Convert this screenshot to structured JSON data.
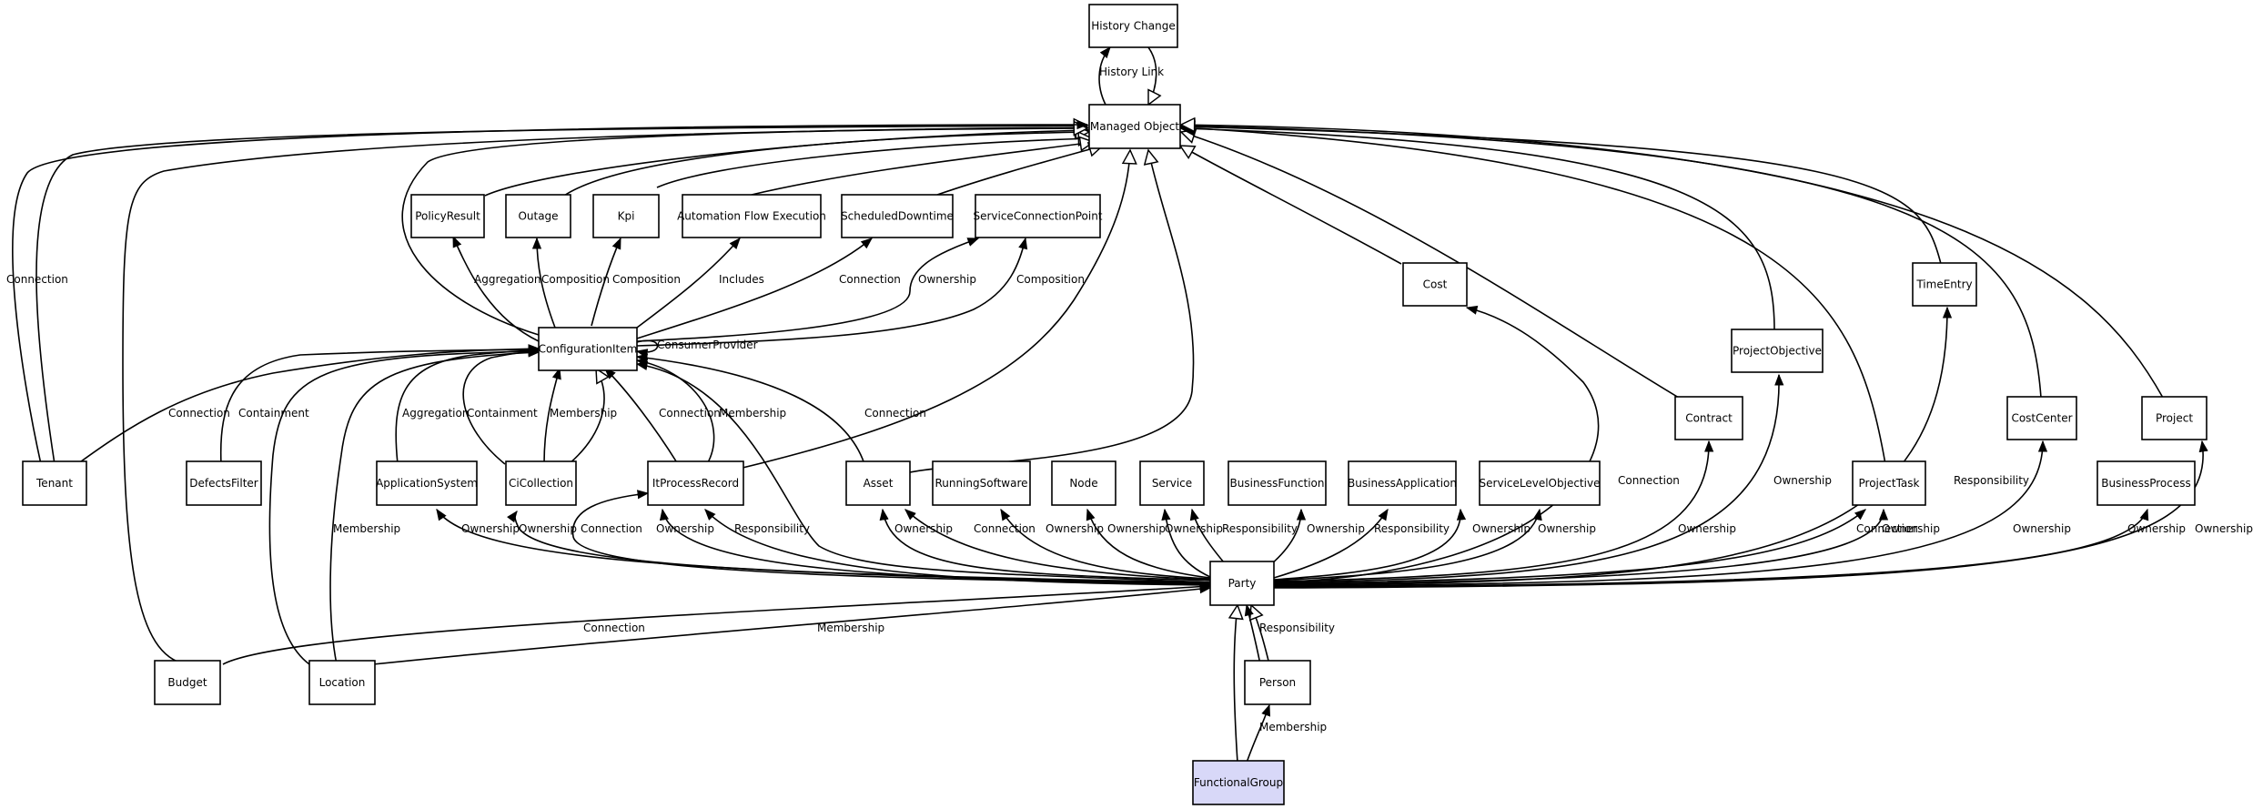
{
  "nodes": {
    "history_change": "History Change",
    "managed_object": "Managed Object",
    "policy_result": "PolicyResult",
    "outage": "Outage",
    "kpi": "Kpi",
    "automation_flow_execution": "Automation Flow Execution",
    "scheduled_downtime": "ScheduledDowntime",
    "service_connection_point": "ServiceConnectionPoint",
    "cost": "Cost",
    "time_entry": "TimeEntry",
    "configuration_item": "ConfigurationItem",
    "project_objective": "ProjectObjective",
    "contract": "Contract",
    "cost_center": "CostCenter",
    "project": "Project",
    "tenant": "Tenant",
    "defects_filter": "DefectsFilter",
    "application_system": "ApplicationSystem",
    "ci_collection": "CiCollection",
    "it_process_record": "ItProcessRecord",
    "asset": "Asset",
    "running_software": "RunningSoftware",
    "node": "Node",
    "service": "Service",
    "business_function": "BusinessFunction",
    "business_application": "BusinessApplication",
    "service_level_objective": "ServiceLevelObjective",
    "project_task": "ProjectTask",
    "business_process": "BusinessProcess",
    "party": "Party",
    "budget": "Budget",
    "location": "Location",
    "person": "Person",
    "functional_group": "FunctionalGroup"
  },
  "labels": {
    "history_link": "History Link",
    "consumer_provider": "ConsumerProvider",
    "aggregation": "Aggregation",
    "composition": "Composition",
    "includes": "Includes",
    "connection": "Connection",
    "ownership": "Ownership",
    "containment": "Containment",
    "membership": "Membership",
    "responsibility": "Responsibility"
  },
  "colors": {
    "line": "#000000",
    "box_fill": "#ffffff",
    "highlight_fill": "#d8d8f8"
  }
}
